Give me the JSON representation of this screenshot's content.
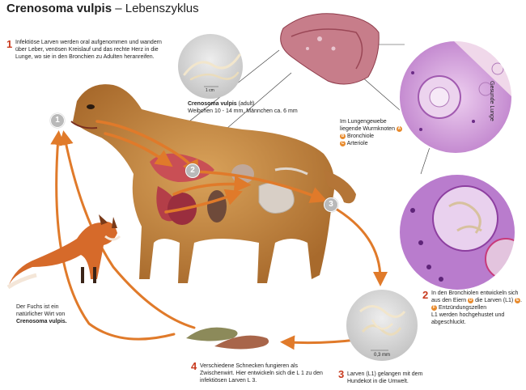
{
  "title": {
    "genus": "Crenosoma vulpis",
    "rest": "– Lebenszyklus"
  },
  "steps": [
    {
      "num": "1",
      "text": "Infektiöse Larven werden oral aufgenommen und wandern über Leber, venösen Kreislauf und das rechte Herz in die Lunge, wo sie in den Bronchien zu Adulten heranreifen."
    },
    {
      "num": "2",
      "text_a": "In den Bronchiolen entwickeln sich aus den Eiern",
      "text_b": "die Larven (L1)",
      "text_c": "Entzündungszellen",
      "text_d": "L1 werden hochgehustet und abgeschluckt."
    },
    {
      "num": "3",
      "text": "Larven (L1) gelangen mit dem Hundekot in die Umwelt."
    },
    {
      "num": "4",
      "text": "Verschiedene Schnecken fungieren als Zwischenwirt. Hier entwickeln sich die L 1 zu den infektiösen Larven L 3."
    }
  ],
  "adult": {
    "name": "Crenosoma vulpis",
    "suffix": "(adult)",
    "size": "Weibchen 10 - 14 mm, Männchen ca. 6 mm",
    "scale": "1 cm"
  },
  "lung_tissue": {
    "line1": "Im Lungengewebe",
    "line2": "liegende Wurmknoten",
    "bronchiole": "Bronchiole",
    "arteriole": "Arteriole"
  },
  "healthy_lung": "Gesunde Lunge",
  "fox": {
    "line1": "Der Fuchs ist ein",
    "line2": "natürlicher Wirt von",
    "name": "Crenosoma vulpis."
  },
  "larva_scale": "0,3 mm",
  "badges": {
    "A": "A",
    "B": "B",
    "C": "C",
    "D": "D",
    "E": "E",
    "F": "F"
  },
  "markers": [
    "1",
    "2",
    "3"
  ],
  "colors": {
    "accent": "#c83a1e",
    "arrow": "#e07a2a",
    "badge": "#e88a2c",
    "tissue": "#c48ad0"
  }
}
